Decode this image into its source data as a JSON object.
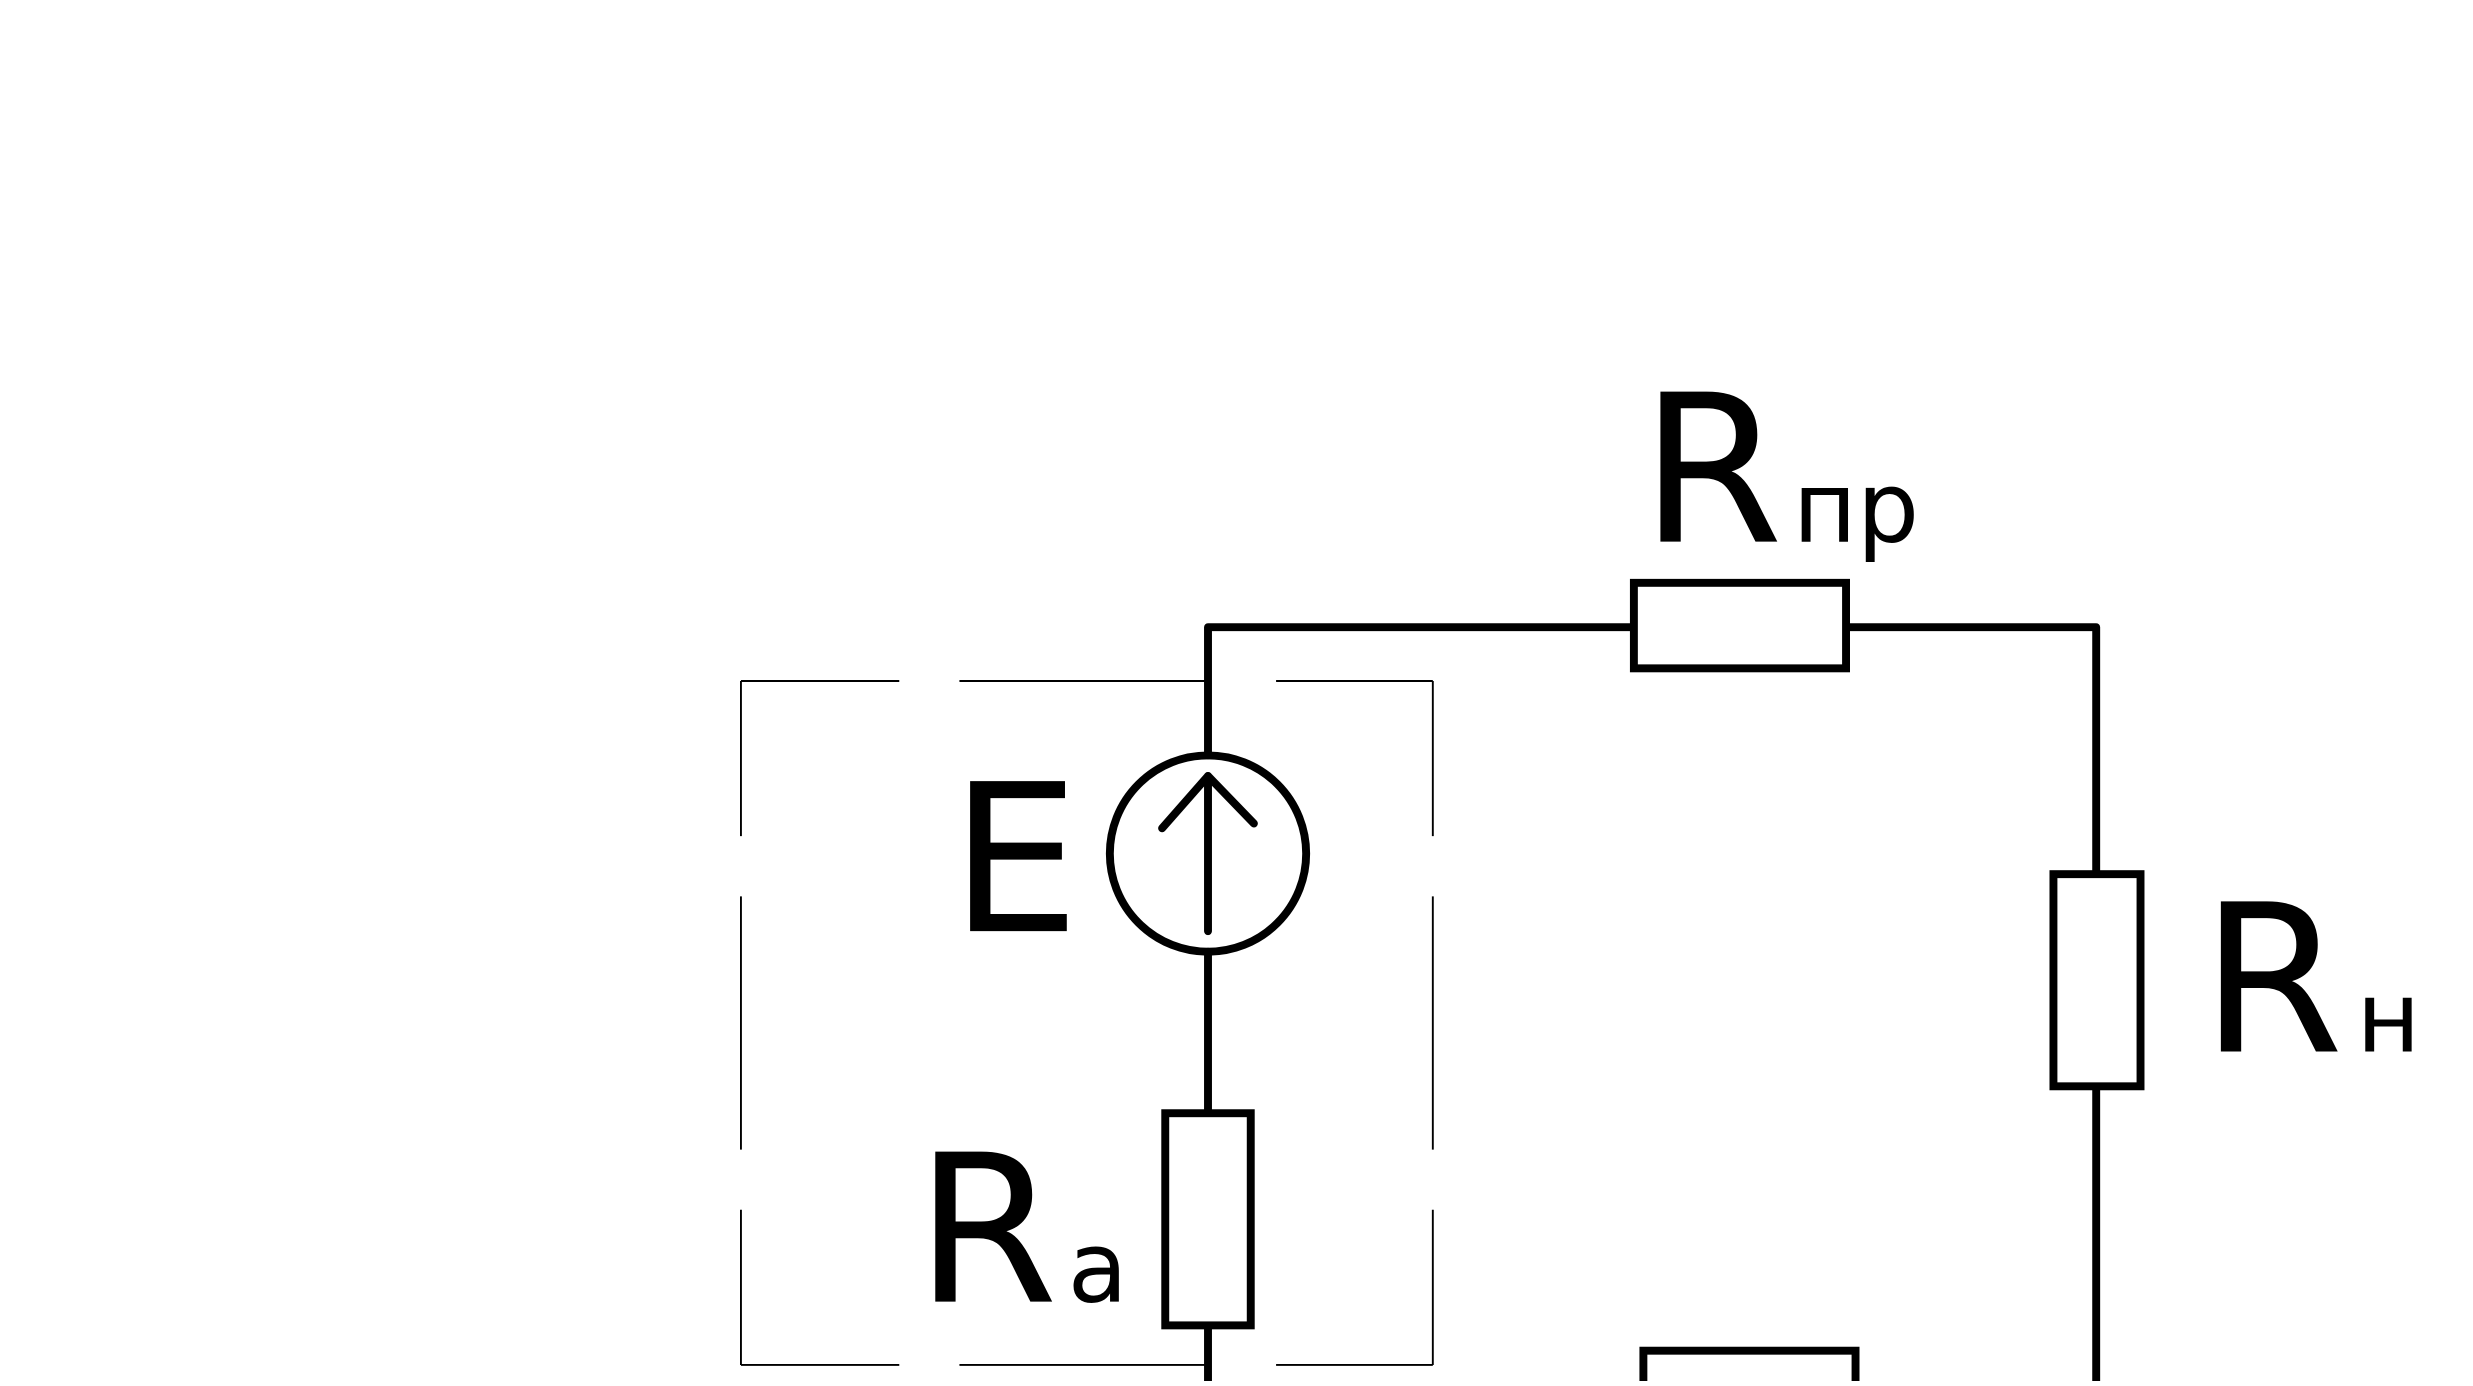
{
  "diagram": {
    "type": "electrical-circuit-schematic",
    "stroke_color": "#000000",
    "background_color": "#ffffff",
    "dashed_box_color": "#000000",
    "components": {
      "voltage_source": {
        "symbol": "voltage-source-icon",
        "label": "E"
      },
      "internal_resistor": {
        "symbol": "resistor-icon",
        "label_main": "R",
        "label_sub": "a"
      },
      "series_resistor": {
        "symbol": "resistor-icon",
        "label_main": "R",
        "label_sub": "пр"
      },
      "load_resistor": {
        "symbol": "resistor-icon",
        "label_main": "R",
        "label_sub": "н"
      },
      "bottom_resistor": {
        "symbol": "resistor-icon"
      }
    }
  }
}
